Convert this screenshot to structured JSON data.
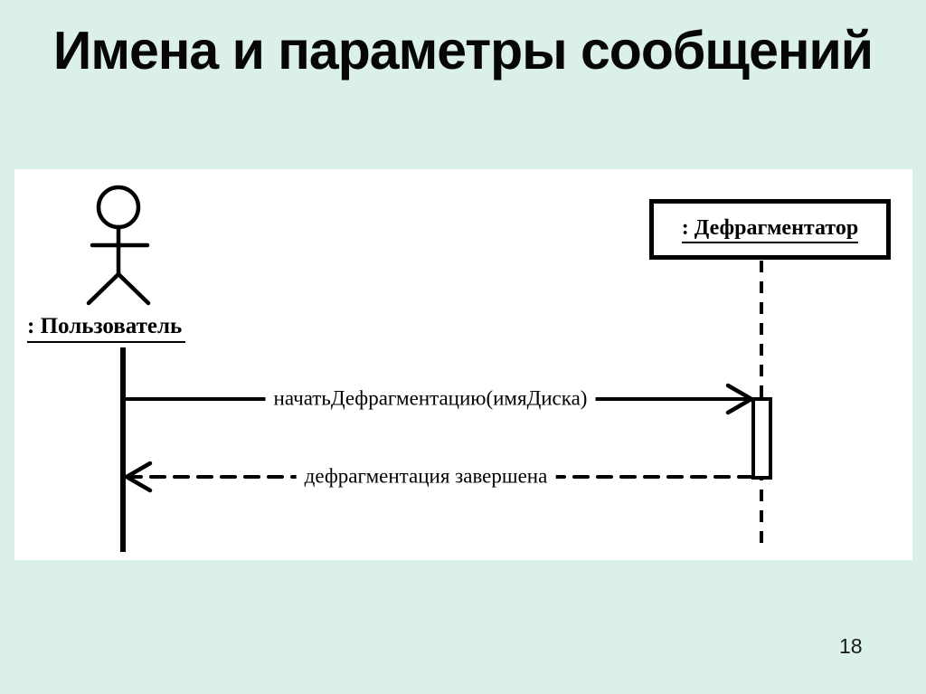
{
  "slide": {
    "title": "Имена и параметры сообщений",
    "page_number": "18",
    "colors": {
      "background": "#dbf0ea",
      "panel": "#ffffff",
      "ink": "#000000"
    },
    "diagram": {
      "type": "uml-sequence-diagram",
      "actor": {
        "label": ": Пользователь",
        "kind": "actor-stick-figure",
        "lifeline": "solid"
      },
      "object": {
        "label": ": Дефрагментатор",
        "kind": "object-box",
        "lifeline": "dashed",
        "has_activation_bar": true
      },
      "messages": [
        {
          "label": "начатьДефрагментацию(имяДиска)",
          "from": ": Пользователь",
          "to": ": Дефрагментатор",
          "line": "solid",
          "direction": "right",
          "arrowhead": "open"
        },
        {
          "label": "дефрагментация завершена",
          "from": ": Дефрагментатор",
          "to": ": Пользователь",
          "line": "dashed",
          "direction": "left",
          "arrowhead": "open"
        }
      ]
    }
  }
}
